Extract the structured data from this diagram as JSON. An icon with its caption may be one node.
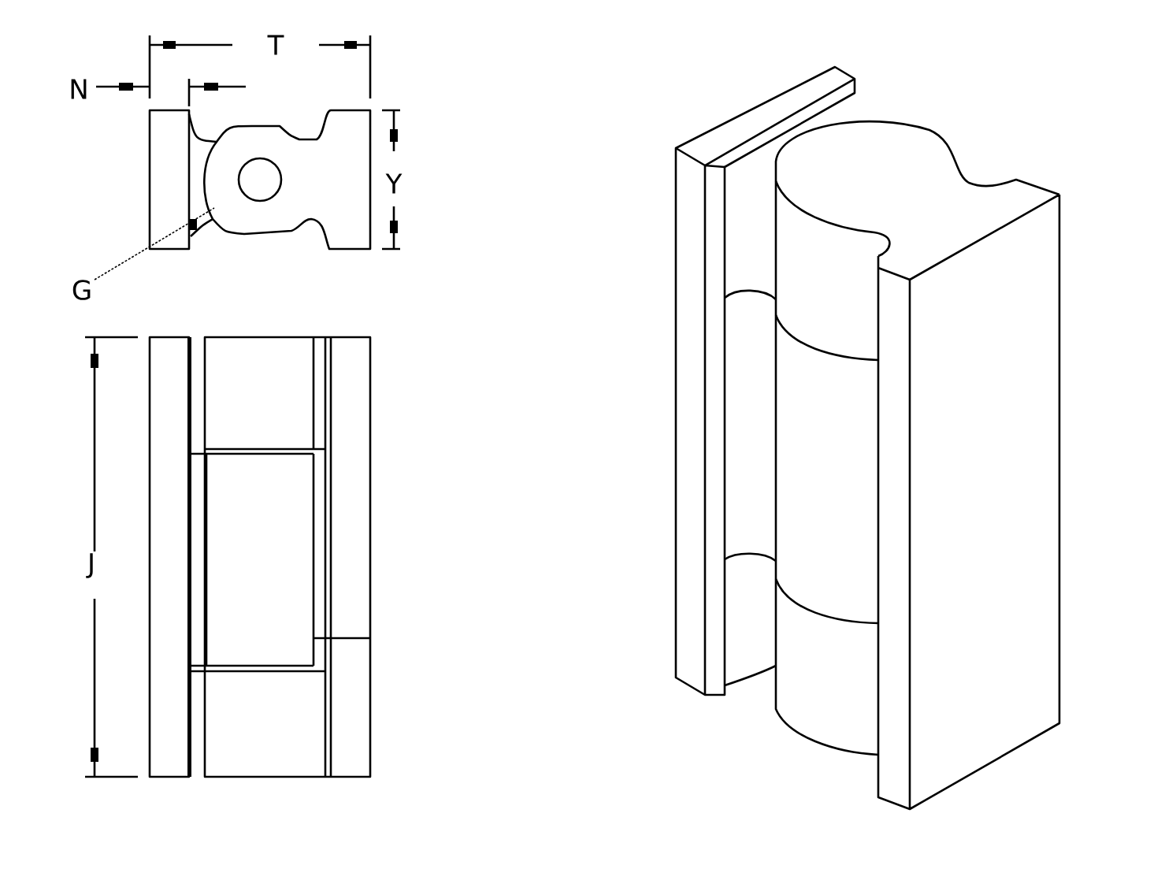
{
  "diagram": {
    "labels": [
      "T",
      "N",
      "Y",
      "G",
      "J"
    ]
  }
}
